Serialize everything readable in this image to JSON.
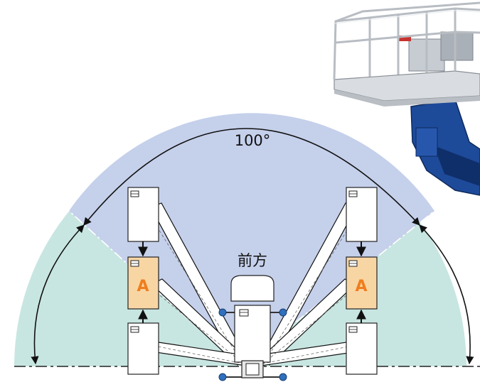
{
  "diagram": {
    "angle_label": "100°",
    "front_label": "前方",
    "panel_label": "A"
  },
  "colors": {
    "front_zone": "#c5d0eb",
    "side_zone": "#c8e6e1",
    "highlight_panel": "#f8d6a4",
    "highlight_text": "#f07d1e",
    "lift_blue": "#1e4a9a",
    "platform_gray": "#d9dde2",
    "line": "#111111"
  }
}
